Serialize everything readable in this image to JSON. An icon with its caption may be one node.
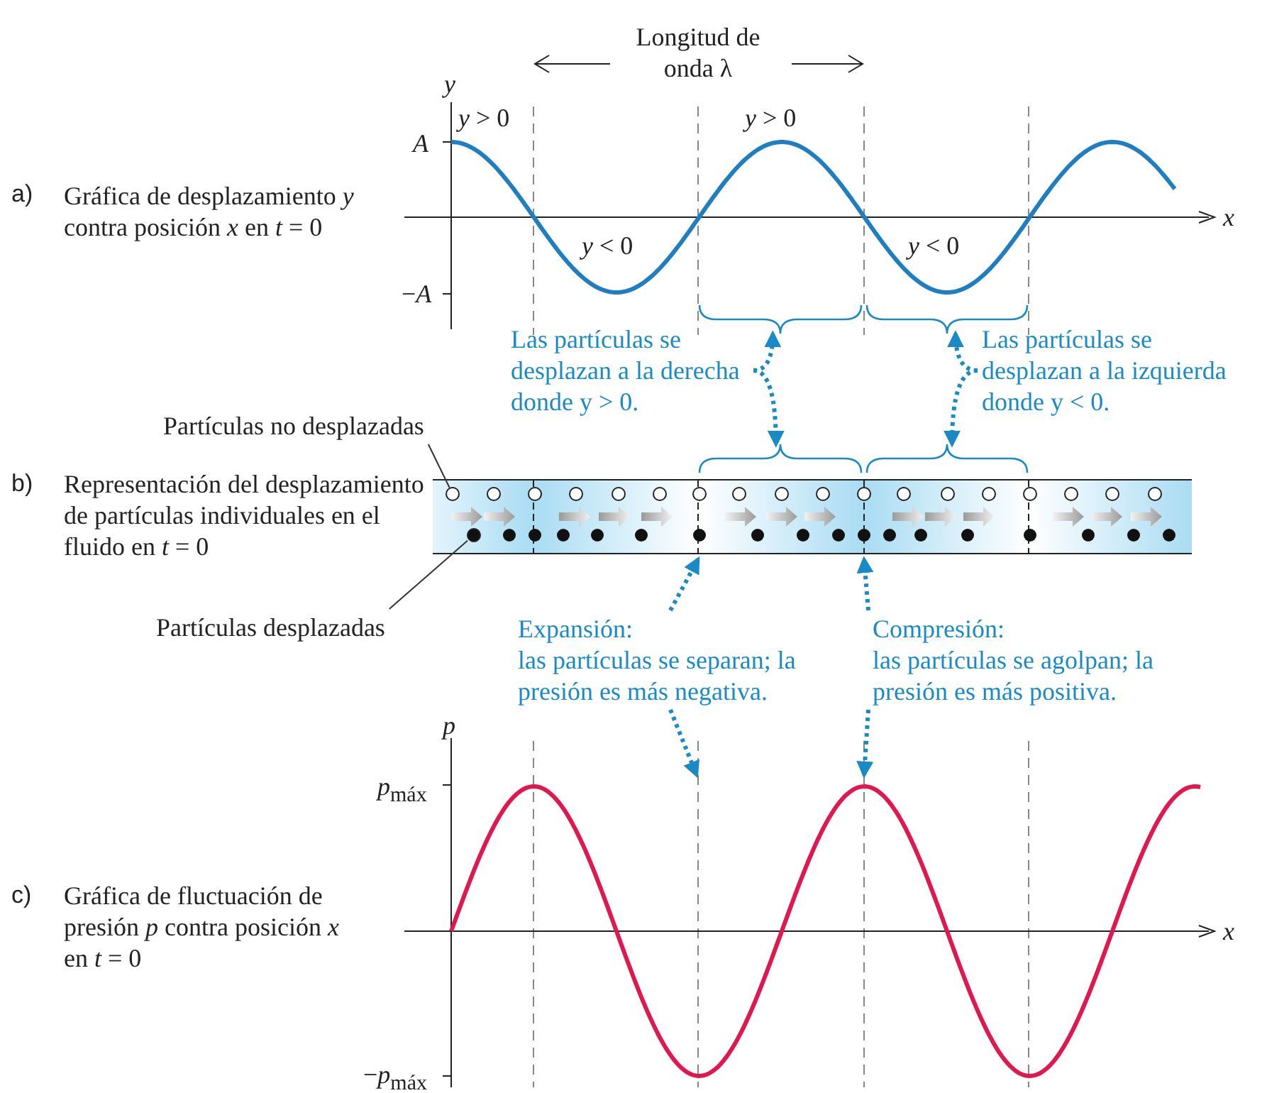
{
  "diagram": {
    "nodes": [
      {
        "text": [
          "Las partículas se desplazan a la derecha donde y > 0."
        ]
      },
      {
        "text": [],
        "shape": "bracket"
      },
      {
        "text": [],
        "shape": "bracket"
      },
      {
        "text": [
          "Las partículas se desplazan a la izquierda donde y < 0."
        ]
      },
      {
        "text": [],
        "shape": "bracket"
      },
      {
        "text": [],
        "shape": "bracket"
      },
      {
        "text": [
          "Partículas no desplazadas"
        ]
      },
      {
        "text": [],
        "shape": "circle"
      },
      {
        "text": [
          "Partículas desplazadas"
        ]
      },
      {
        "text": [],
        "shape": "circle"
      },
      {
        "text": [
          "Expansión:",
          "las partículas se separan; la presión es más negativa."
        ]
      },
      {
        "text": [
          "Compresión:",
          "las partículas se agolpan; la presión es más positiva."
        ]
      }
    ],
    "edges": [
      {
        "from": 0,
        "to": 1,
        "arrow": "to",
        "style": "dashed"
      },
      {
        "from": 0,
        "to": 2,
        "arrow": "to",
        "style": "dashed"
      },
      {
        "from": 3,
        "to": 4,
        "arrow": "to",
        "style": "dashed"
      },
      {
        "from": 3,
        "to": 5,
        "arrow": "to",
        "style": "dashed"
      },
      {
        "from": 6,
        "to": 7,
        "arrow": "none",
        "color": "#333333"
      },
      {
        "from": 8,
        "to": 9,
        "arrow": "none",
        "color": "#333333"
      },
      {
        "from": 10,
        "to": null,
        "arrow": "to",
        "style": "dashed"
      },
      {
        "from": 10,
        "to": null,
        "arrow": "to",
        "style": "dashed"
      },
      {
        "from": 11,
        "to": null,
        "arrow": "to",
        "style": "dashed"
      },
      {
        "from": 11,
        "to": null,
        "arrow": "to",
        "style": "dashed"
      }
    ],
    "labels": [
      "Longitud de onda λ",
      "*y*",
      "*y* > 0",
      "*y* > 0",
      "*A*",
      "a)",
      "Gráfica de desplazamiento *y* contra posición *x* en *t* = 0",
      "*x*",
      "*y* < 0",
      "*y* < 0",
      "−*A*",
      "b)",
      "Representación del desplazamiento de partículas individuales en el fluido en *t* = 0",
      "*p*",
      "*p*$_{máx}$",
      "c)",
      "Gráfica de fluctuación de presión *p* contra posición *x* en *t* = 0",
      "*x*",
      "−*p*$_{máx}$"
    ]
  }
}
